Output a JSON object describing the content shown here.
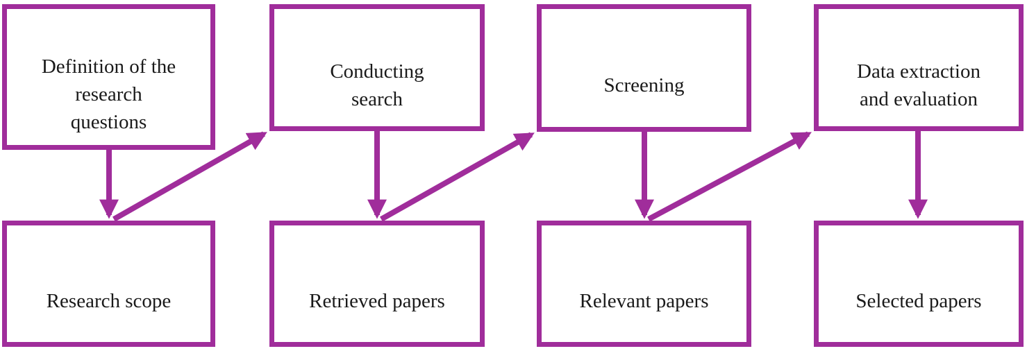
{
  "diagram": {
    "type": "flowchart",
    "colors": {
      "accent": "#A02D9B",
      "text": "#1A1A1A",
      "background": "#FFFFFF"
    },
    "top_row": [
      {
        "label": "Definition of the research questions",
        "lines": [
          "Definition of the",
          "research",
          "questions"
        ]
      },
      {
        "label": "Conducting search",
        "lines": [
          "Conducting",
          "search"
        ]
      },
      {
        "label": "Screening",
        "lines": [
          "Screening"
        ]
      },
      {
        "label": "Data extraction and evaluation",
        "lines": [
          "Data extraction",
          "and evaluation"
        ]
      }
    ],
    "bottom_row": [
      {
        "label": "Research scope",
        "lines": [
          "Research scope"
        ]
      },
      {
        "label": "Retrieved papers",
        "lines": [
          "Retrieved papers"
        ]
      },
      {
        "label": "Relevant papers",
        "lines": [
          "Relevant papers"
        ]
      },
      {
        "label": "Selected papers",
        "lines": [
          "Selected papers"
        ]
      }
    ],
    "connections": [
      {
        "from": "Definition of the research questions",
        "to": "Research scope",
        "type": "vertical-arrow"
      },
      {
        "from": "Research scope",
        "to": "Conducting search",
        "type": "diagonal-arrow"
      },
      {
        "from": "Conducting search",
        "to": "Retrieved papers",
        "type": "vertical-arrow"
      },
      {
        "from": "Retrieved papers",
        "to": "Screening",
        "type": "diagonal-arrow"
      },
      {
        "from": "Screening",
        "to": "Relevant papers",
        "type": "vertical-arrow"
      },
      {
        "from": "Relevant papers",
        "to": "Data extraction and evaluation",
        "type": "diagonal-arrow"
      },
      {
        "from": "Data extraction and evaluation",
        "to": "Selected papers",
        "type": "vertical-arrow"
      }
    ]
  }
}
